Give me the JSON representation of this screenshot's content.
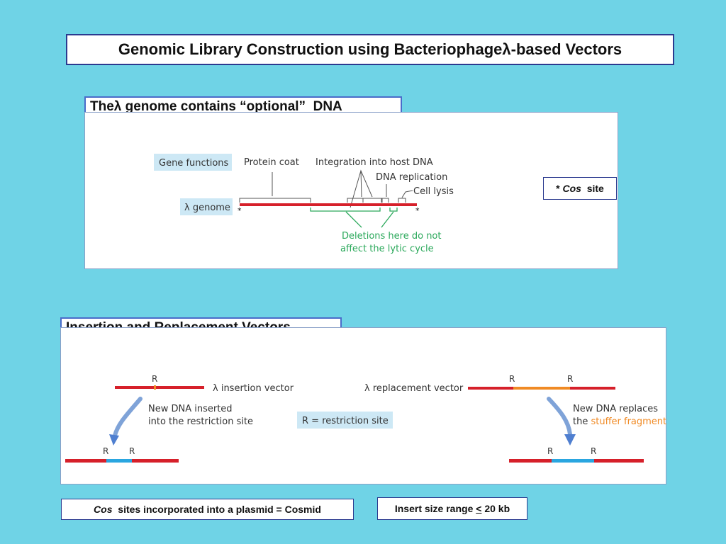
{
  "title": {
    "prefix": "Genomic Library Construction using Bacteriophage ",
    "lambda": "λ",
    "suffix": "-based Vectors"
  },
  "section1": {
    "tab_prefix": "The ",
    "tab_lambda": "λ",
    "tab_suffix": " genome contains “optional”  DNA",
    "gene_functions": "Gene functions",
    "genome_label": "λ genome",
    "protein_coat": "Protein coat",
    "integration": "Integration into host DNA",
    "dna_replication": "DNA replication",
    "cell_lysis": "Cell lysis",
    "deletions_line1": "Deletions here do not",
    "deletions_line2": "affect the lytic cycle",
    "star": "*",
    "cos_note_star": "* ",
    "cos_note_italic": "Cos",
    "cos_note_rest": "  site"
  },
  "section2": {
    "tab": "Insertion and Replacement Vectors",
    "r": "R",
    "insertion_vector": "λ insertion vector",
    "replacement_vector": "λ replacement vector",
    "new_dna_inserted_1": "New DNA inserted",
    "new_dna_inserted_2": "into the restriction site",
    "restriction_legend": "R = restriction site",
    "new_dna_replaces_1": "New DNA replaces",
    "new_dna_replaces_2a": "the ",
    "new_dna_replaces_2b": "stuffer fragment"
  },
  "notes": {
    "cosmid_italic": "Cos",
    "cosmid_rest": "  sites incorporated into a plasmid = Cosmid",
    "insert_prefix": "Insert size range ",
    "insert_lt": "<",
    "insert_suffix": " 20 kb"
  },
  "colors": {
    "background": "#6fd3e6",
    "dna_red": "#d6202a",
    "insert_blue": "#2aa6e0",
    "stuffer_orange": "#f08a24",
    "label_bg": "#cde8f5",
    "green": "#2aa85a"
  }
}
